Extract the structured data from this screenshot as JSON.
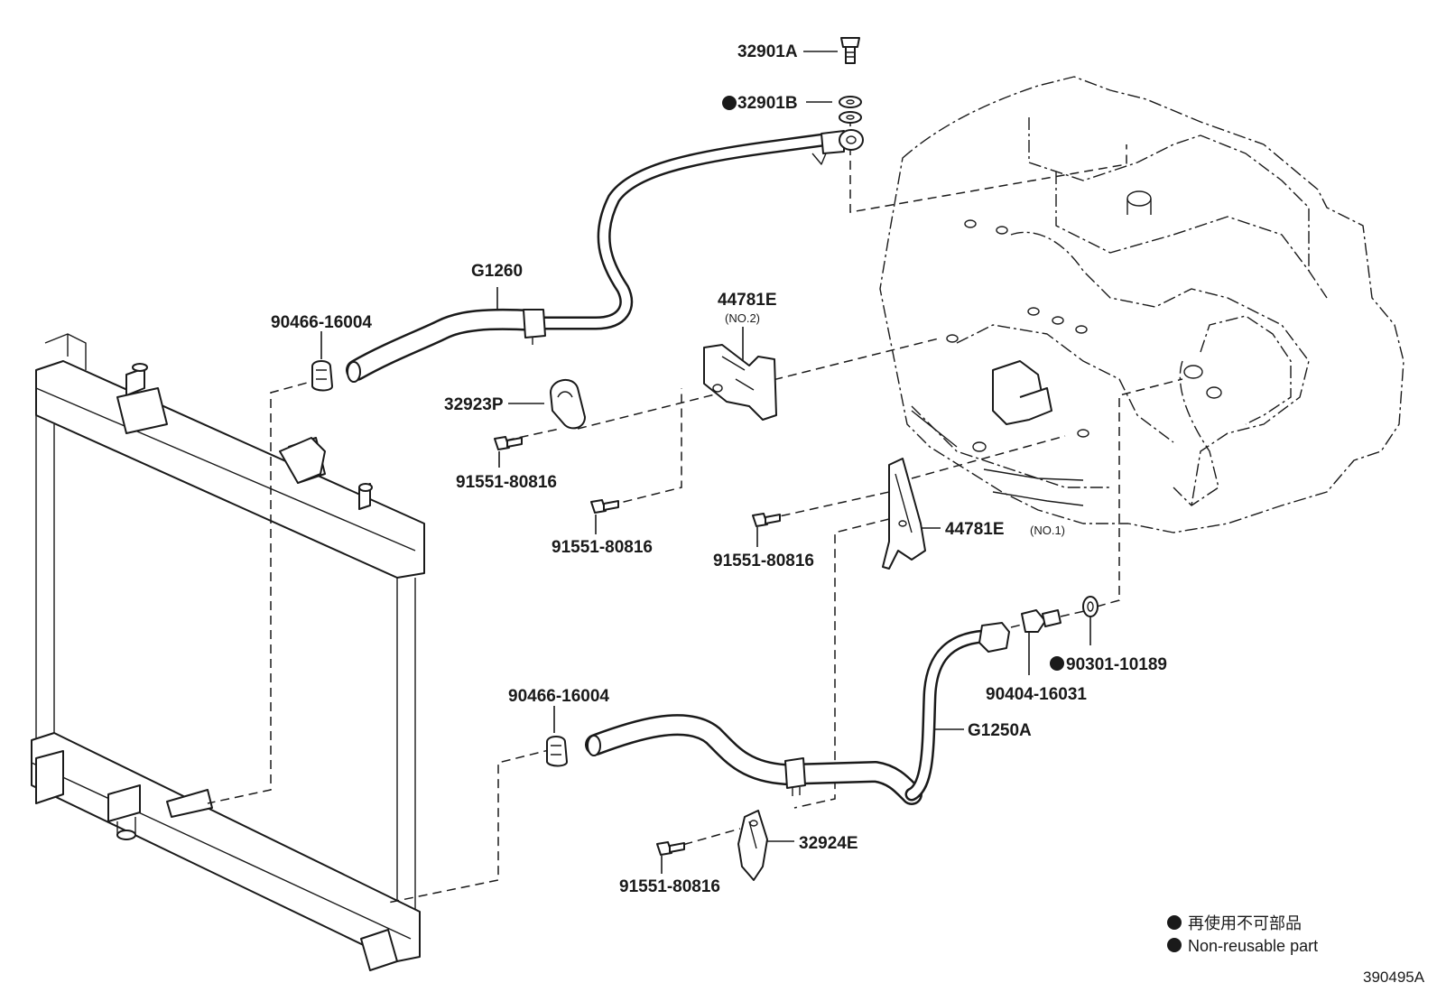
{
  "labels": {
    "p32901A": "32901A",
    "p32901B": "32901B",
    "pG1260": "G1260",
    "p90466_top": "90466-16004",
    "p44781E_2": "44781E",
    "p44781E_2_sub": "(NO.2)",
    "p32923P": "32923P",
    "p91551_a": "91551-80816",
    "p91551_b": "91551-80816",
    "p91551_c": "91551-80816",
    "p44781E_1": "44781E",
    "p44781E_1_sub": "(NO.1)",
    "p90301": "90301-10189",
    "p90404": "90404-16031",
    "p90466_bot": "90466-16004",
    "pG1250A": "G1250A",
    "p32924E": "32924E",
    "p91551_d": "91551-80816"
  },
  "legend": {
    "line1": "再使用不可部品",
    "line2": "Non-reusable part"
  },
  "figure_code": "390495A"
}
